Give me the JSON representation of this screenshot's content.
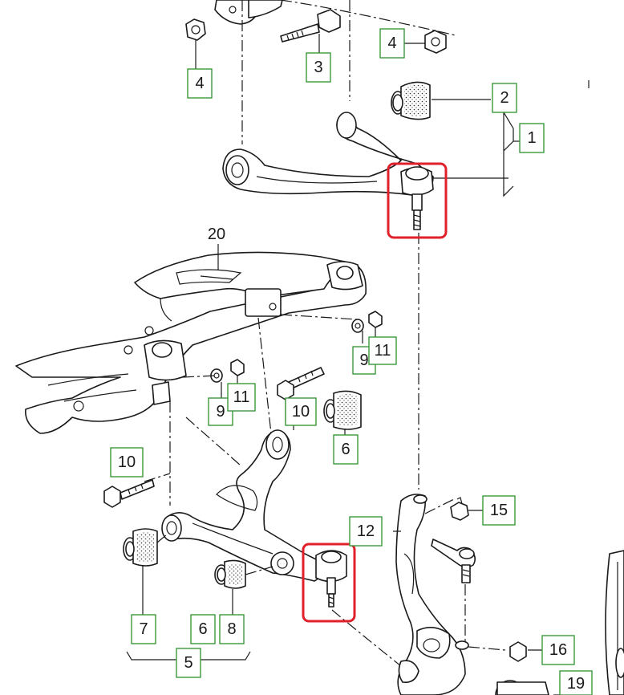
{
  "labels": [
    {
      "id": "l4a",
      "text": "4"
    },
    {
      "id": "l3",
      "text": "3"
    },
    {
      "id": "l4b",
      "text": "4"
    },
    {
      "id": "l2",
      "text": "2"
    },
    {
      "id": "l1",
      "text": "1"
    },
    {
      "id": "l9a",
      "text": "9"
    },
    {
      "id": "l11a",
      "text": "11"
    },
    {
      "id": "l9b",
      "text": "9"
    },
    {
      "id": "l11b",
      "text": "11"
    },
    {
      "id": "l10a",
      "text": "10"
    },
    {
      "id": "l6a",
      "text": "6"
    },
    {
      "id": "l10b",
      "text": "10"
    },
    {
      "id": "l15",
      "text": "15"
    },
    {
      "id": "l12",
      "text": "12"
    },
    {
      "id": "l16",
      "text": "16"
    },
    {
      "id": "l7",
      "text": "7"
    },
    {
      "id": "l6b",
      "text": "6"
    },
    {
      "id": "l8",
      "text": "8"
    },
    {
      "id": "l5",
      "text": "5"
    },
    {
      "id": "l19",
      "text": "19"
    }
  ],
  "plain_labels": [
    {
      "id": "p20",
      "text": "20"
    }
  ],
  "colors": {
    "label_border": "#3a9a3a",
    "highlight": "#e0202a",
    "line": "#1a1a1a"
  }
}
